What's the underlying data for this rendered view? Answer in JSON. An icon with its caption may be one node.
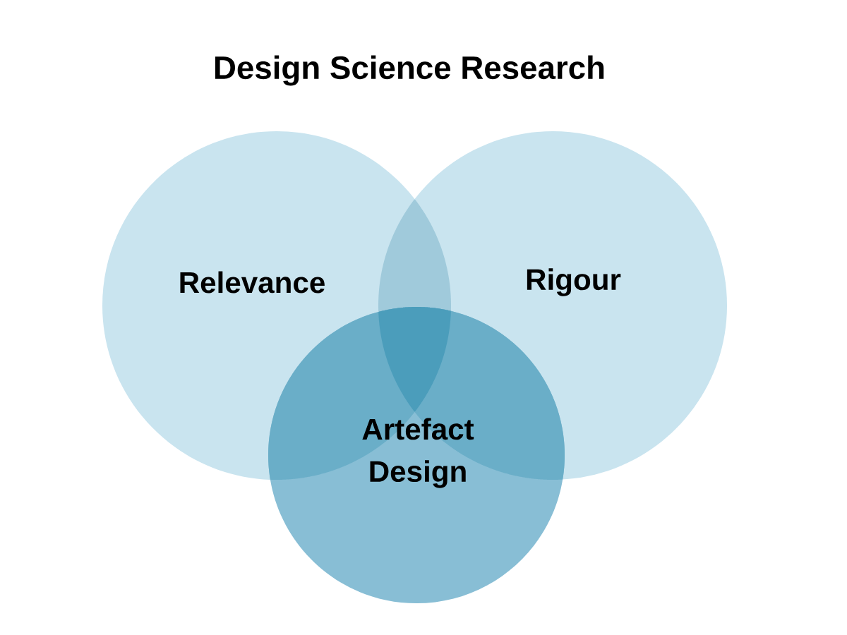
{
  "diagram": {
    "title": "Design Science Research",
    "nodes": [
      {
        "text": [
          "Relevance"
        ]
      },
      {
        "text": [
          "Rigour"
        ]
      },
      {
        "text": [
          "Artefact Design"
        ]
      }
    ],
    "edges": []
  }
}
